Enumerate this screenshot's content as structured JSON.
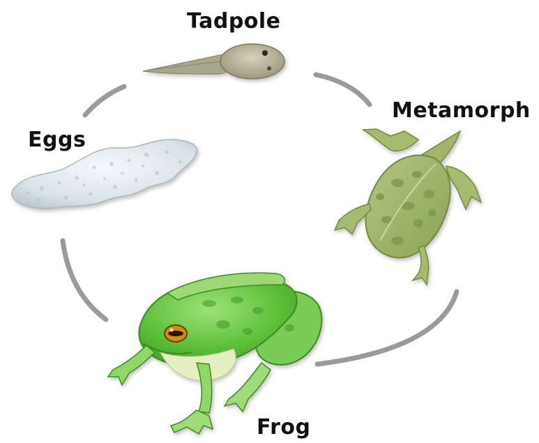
{
  "diagram": {
    "labels": {
      "tadpole": "Tadpole",
      "metamorph": "Metamorph",
      "eggs": "Eggs",
      "frog": "Frog"
    },
    "colors": {
      "arrow": "#9a9a9a",
      "egg_mass": "#dfe8ec",
      "tadpole": "#b8b49a",
      "metamorph": "#9cb468",
      "metamorph_spots": "#7c9a4a",
      "frog": "#62c23e",
      "frog_belly": "#e6efc2",
      "frog_eye": "#d68a14"
    }
  }
}
